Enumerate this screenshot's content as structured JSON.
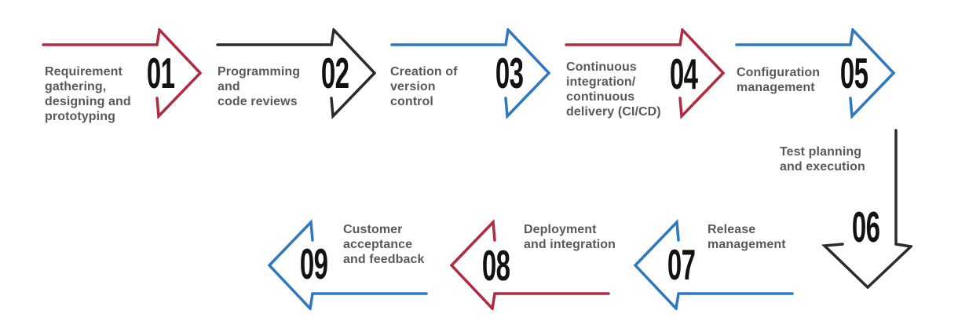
{
  "palette": {
    "red": "#b12b40",
    "blue": "#2e78c2",
    "dark": "#2b2b2b",
    "text_gray": "#58595b",
    "number_black": "#121212",
    "background": "#ffffff"
  },
  "diagram": {
    "type": "process-flow",
    "steps": [
      {
        "number": "01",
        "label": "Requirement\ngathering,\ndesigning and\nprototyping",
        "color": "red",
        "direction": "right"
      },
      {
        "number": "02",
        "label": "Programming\nand\ncode reviews",
        "color": "dark",
        "direction": "right"
      },
      {
        "number": "03",
        "label": "Creation of\nversion\ncontrol",
        "color": "blue",
        "direction": "right"
      },
      {
        "number": "04",
        "label": "Continuous\nintegration/\ncontinuous\ndelivery (CI/CD)",
        "color": "red",
        "direction": "right"
      },
      {
        "number": "05",
        "label": "Configuration\nmanagement",
        "color": "blue",
        "direction": "right"
      },
      {
        "number": "06",
        "label": "Test planning\nand execution",
        "color": "dark",
        "direction": "down"
      },
      {
        "number": "07",
        "label": "Release\nmanagement",
        "color": "blue",
        "direction": "left"
      },
      {
        "number": "08",
        "label": "Deployment\nand integration",
        "color": "red",
        "direction": "left"
      },
      {
        "number": "09",
        "label": "Customer\nacceptance\nand feedback",
        "color": "blue",
        "direction": "left"
      }
    ]
  }
}
